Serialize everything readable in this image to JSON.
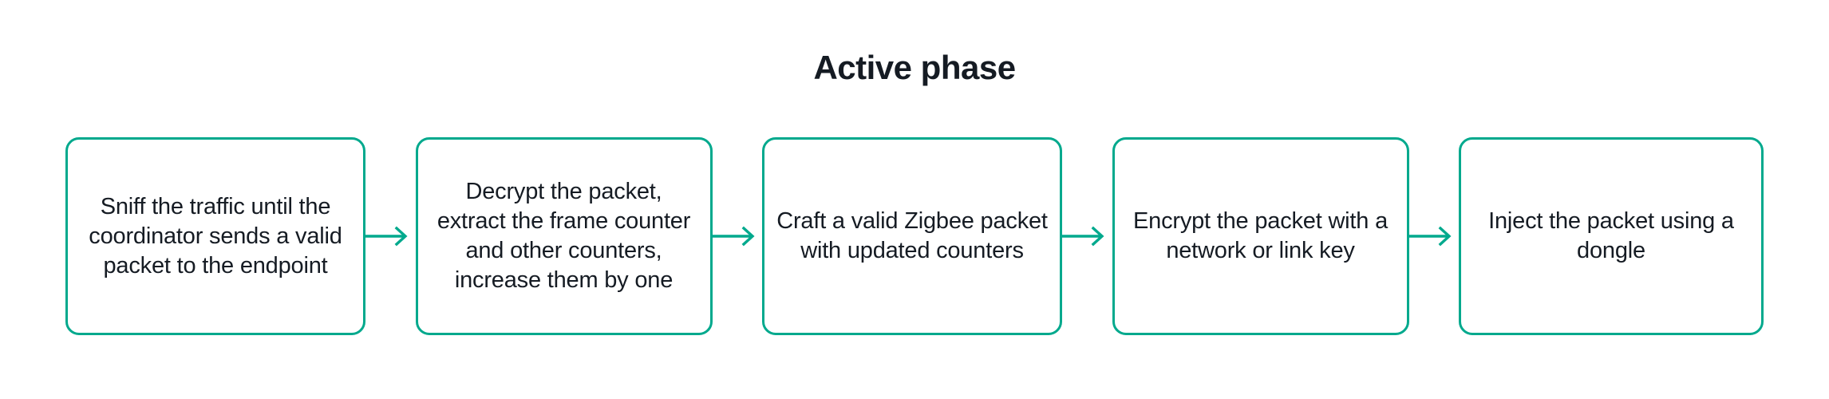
{
  "title": "Active phase",
  "colors": {
    "accent": "#00a98d",
    "text": "#151b23",
    "background": "#ffffff"
  },
  "diagram": {
    "type": "flowchart",
    "orientation": "horizontal",
    "steps": [
      {
        "index": 1,
        "text": "Sniff the traffic until the coordinator sends a valid packet to the endpoint"
      },
      {
        "index": 2,
        "text": "Decrypt the packet, extract the frame counter and other counters, increase them by one"
      },
      {
        "index": 3,
        "text": "Craft a valid Zigbee packet with updated counters"
      },
      {
        "index": 4,
        "text": "Encrypt the packet with a network or link key"
      },
      {
        "index": 5,
        "text": "Inject the packet using a dongle"
      }
    ],
    "connectors": [
      {
        "from": 1,
        "to": 2,
        "icon": "arrow-right-icon"
      },
      {
        "from": 2,
        "to": 3,
        "icon": "arrow-right-icon"
      },
      {
        "from": 3,
        "to": 4,
        "icon": "arrow-right-icon"
      },
      {
        "from": 4,
        "to": 5,
        "icon": "arrow-right-icon"
      }
    ]
  }
}
